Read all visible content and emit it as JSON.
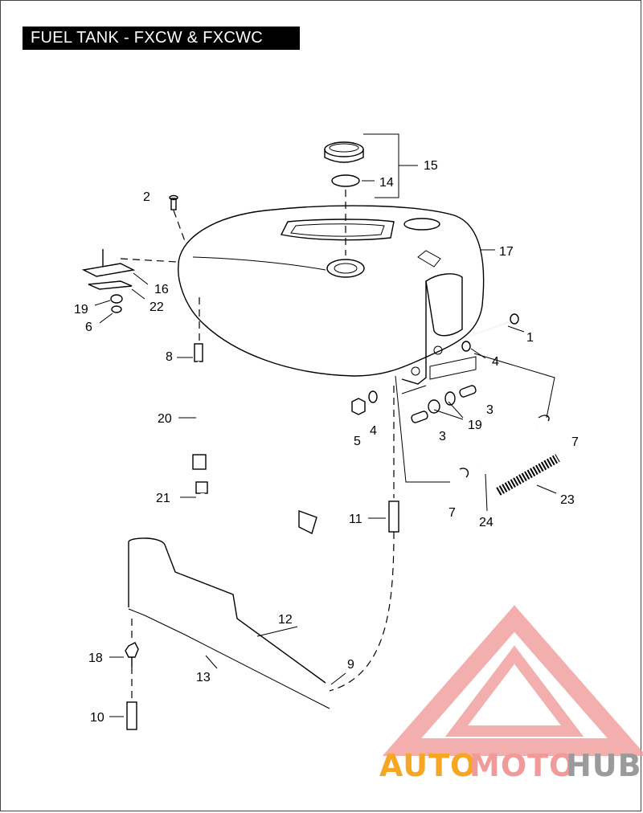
{
  "title": "FUEL TANK - FXCW & FXCWC",
  "watermark": {
    "word_part1": "AUTO",
    "word_part2": "MOTO",
    "word_part3": "HUB",
    "color_orange": "#f5a623",
    "color_pink": "#f19a9a",
    "color_gray": "#9b9b9b"
  },
  "callouts": {
    "c1": "1",
    "c2": "2",
    "c3a": "3",
    "c3b": "3",
    "c4a": "4",
    "c4b": "4",
    "c5": "5",
    "c6": "6",
    "c7a": "7",
    "c7b": "7",
    "c8": "8",
    "c9": "9",
    "c10": "10",
    "c11": "11",
    "c12": "12",
    "c13": "13",
    "c14": "14",
    "c15": "15",
    "c16": "16",
    "c17": "17",
    "c18": "18",
    "c19a": "19",
    "c19b": "19",
    "c20": "20",
    "c21": "21",
    "c22": "22",
    "c23": "23",
    "c24": "24"
  }
}
